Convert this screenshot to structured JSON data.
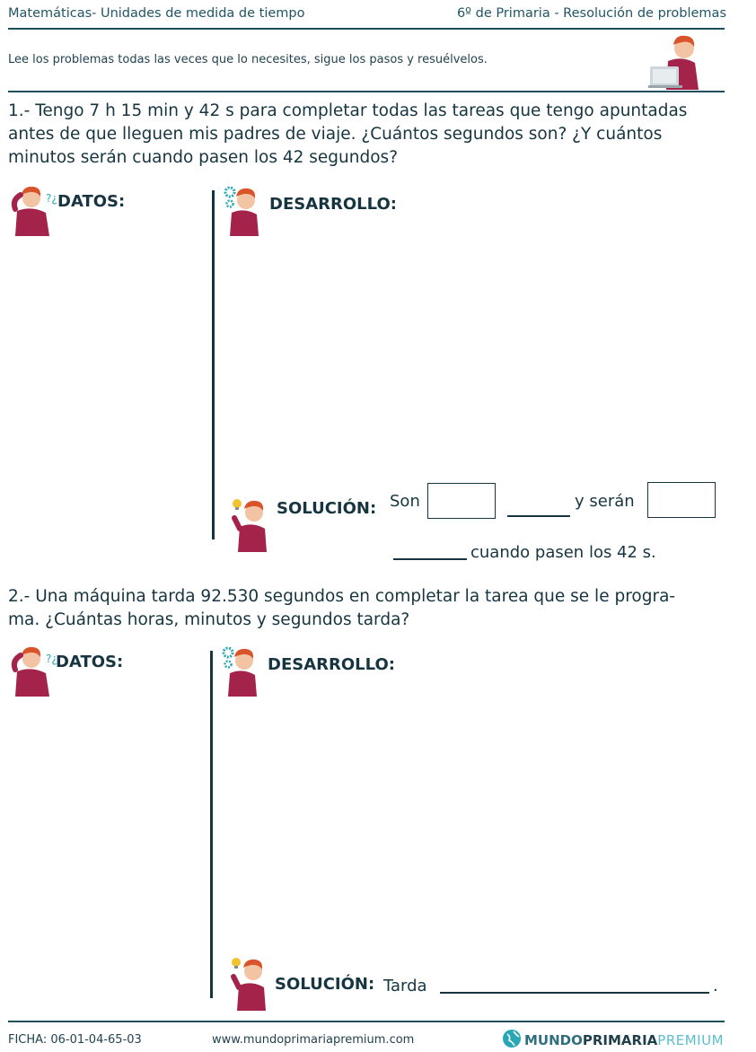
{
  "header": {
    "left": "Matemáticas- Unidades de medida de tiempo",
    "right": "6º de Primaria - Resolución de problemas"
  },
  "intro": "Lee los problemas todas las veces que lo necesites, sigue los pasos y resuélvelos.",
  "problems": [
    {
      "lines": [
        "1.- Tengo 7 h 15 min y 42 s para completar todas las tareas que tengo apuntadas",
        "antes de que lleguen mis padres de viaje. ¿Cuántos segundos son? ¿Y cuántos",
        "minutos serán cuando pasen los 42 segundos?"
      ],
      "datos": "DATOS:",
      "desarrollo": "DESARROLLO:",
      "solucion": "SOLUCIÓN:",
      "sol_son": "Son",
      "sol_seran": "y serán",
      "sol_cuando": "cuando pasen los 42 s."
    },
    {
      "lines": [
        "2.- Una máquina tarda 92.530 segundos en completar la tarea que se le progra-",
        "ma. ¿Cuántas horas, minutos y segundos tarda?"
      ],
      "datos": "DATOS:",
      "desarrollo": "DESARROLLO:",
      "solucion": "SOLUCIÓN:",
      "sol_tarda": "Tarda",
      "sol_end": "."
    }
  ],
  "footer": {
    "ficha": "FICHA:  06-01-04-65-03",
    "website": "www.mundoprimariapremium.com",
    "brand_mundo": "MUNDO",
    "brand_primaria": "PRIMARIA",
    "brand_premium": "PREMIUM"
  },
  "colors": {
    "text": "#163540",
    "shirt": "#a3234a",
    "hair": "#d9532b",
    "gear": "#2aa7b5",
    "bulb": "#f2c230",
    "logo": "#2aa7b5"
  },
  "icons": [
    "boy-laptop-icon",
    "boy-thinking-icon",
    "boy-gears-icon",
    "boy-idea-icon",
    "globe-logo-icon"
  ]
}
